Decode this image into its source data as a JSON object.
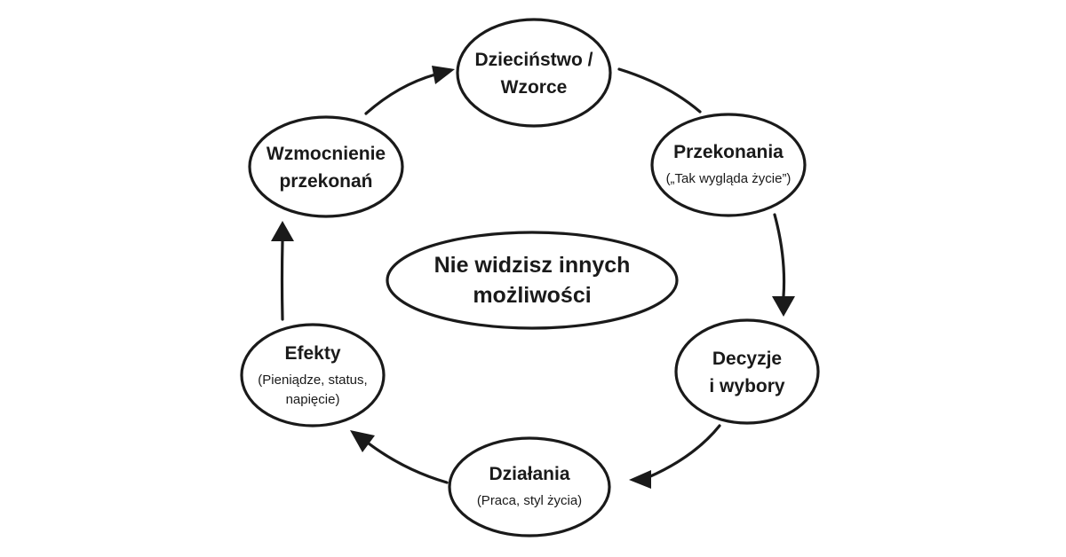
{
  "center": {
    "line1": "Nie widzisz innych",
    "line2": "możliwości"
  },
  "nodes": {
    "childhood": {
      "line1": "Dzieciństwo /",
      "line2": "Wzorce"
    },
    "beliefs": {
      "title": "Przekonania",
      "subtitle": "(„Tak wygląda życie”)"
    },
    "decisions": {
      "line1": "Decyzje",
      "line2": "i wybory"
    },
    "actions": {
      "title": "Działania",
      "subtitle": "(Praca, styl  życia)"
    },
    "effects": {
      "title": "Efekty",
      "subtitle1": "(Pieniądze, status,",
      "subtitle2": "napięcie)"
    },
    "reinforcement": {
      "line1": "Wzmocnienie",
      "line2": "przekonań"
    }
  },
  "colors": {
    "ink": "#1a1a1a",
    "background": "#ffffff"
  }
}
